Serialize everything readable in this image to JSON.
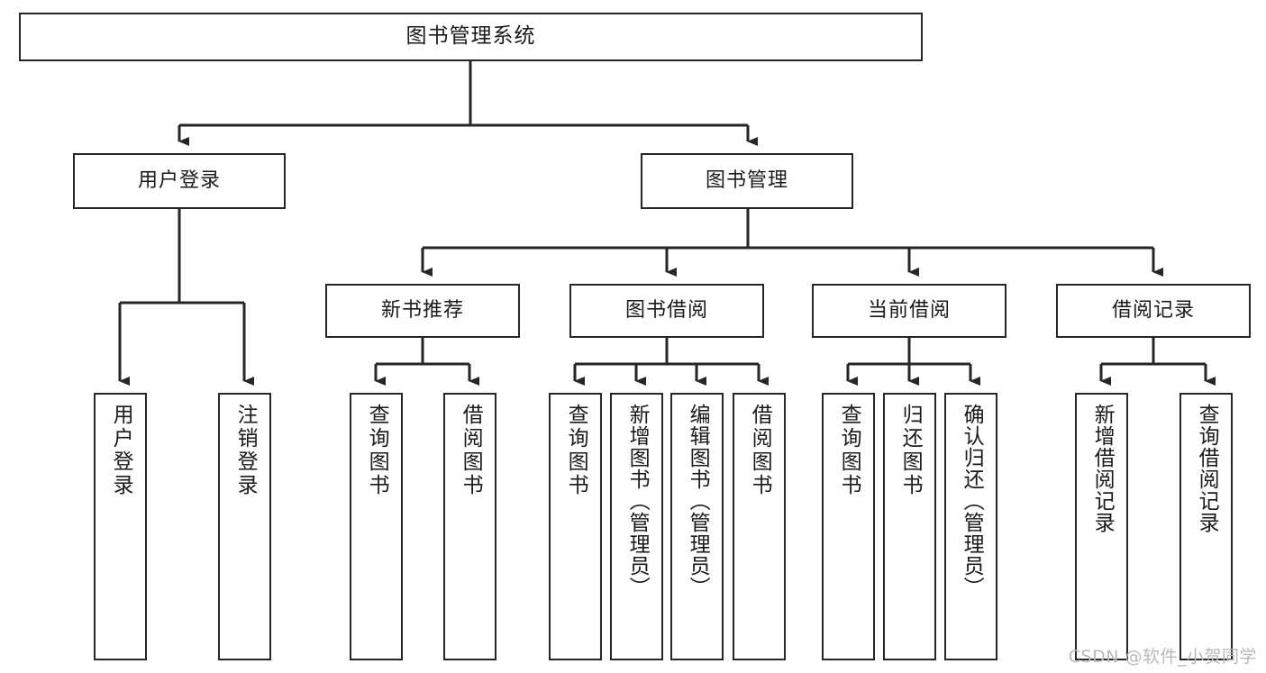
{
  "diagram": {
    "title": "图书管理系统",
    "type": "tree",
    "watermark": "CSDN @软件_小贺同学",
    "colors": {
      "box_border": "#262626",
      "box_fill": "#ffffff",
      "line": "#262626",
      "text": "#1a1a1a",
      "watermark": "#b9b9b9",
      "background": "#ffffff"
    },
    "root": {
      "id": "root",
      "label": "图书管理系统"
    },
    "level2": [
      {
        "id": "user-login",
        "label": "用户登录"
      },
      {
        "id": "book-manage",
        "label": "图书管理"
      }
    ],
    "level3": [
      {
        "id": "new-book-recommend",
        "label": "新书推荐"
      },
      {
        "id": "book-borrow",
        "label": "图书借阅"
      },
      {
        "id": "current-borrow",
        "label": "当前借阅"
      },
      {
        "id": "borrow-record",
        "label": "借阅记录"
      }
    ],
    "leaves": [
      {
        "id": "leaf-user-login",
        "label": "用户登录",
        "parent": "user-login"
      },
      {
        "id": "leaf-user-logout",
        "label": "注销登录",
        "parent": "user-login"
      },
      {
        "id": "leaf-query-book-1",
        "label": "查询图书",
        "parent": "new-book-recommend"
      },
      {
        "id": "leaf-borrow-book-1",
        "label": "借阅图书",
        "parent": "new-book-recommend"
      },
      {
        "id": "leaf-query-book-2",
        "label": "查询图书",
        "parent": "book-borrow"
      },
      {
        "id": "leaf-add-book",
        "label": "新增图书（管理员）",
        "parent": "book-borrow"
      },
      {
        "id": "leaf-edit-book",
        "label": "编辑图书（管理员）",
        "parent": "book-borrow"
      },
      {
        "id": "leaf-borrow-book-2",
        "label": "借阅图书",
        "parent": "book-borrow"
      },
      {
        "id": "leaf-query-book-3",
        "label": "查询图书",
        "parent": "current-borrow"
      },
      {
        "id": "leaf-return-book",
        "label": "归还图书",
        "parent": "current-borrow"
      },
      {
        "id": "leaf-confirm-return",
        "label": "确认归还（管理员）",
        "parent": "current-borrow"
      },
      {
        "id": "leaf-add-record",
        "label": "新增借阅记录",
        "parent": "borrow-record"
      },
      {
        "id": "leaf-query-record",
        "label": "查询借阅记录",
        "parent": "borrow-record"
      }
    ]
  }
}
